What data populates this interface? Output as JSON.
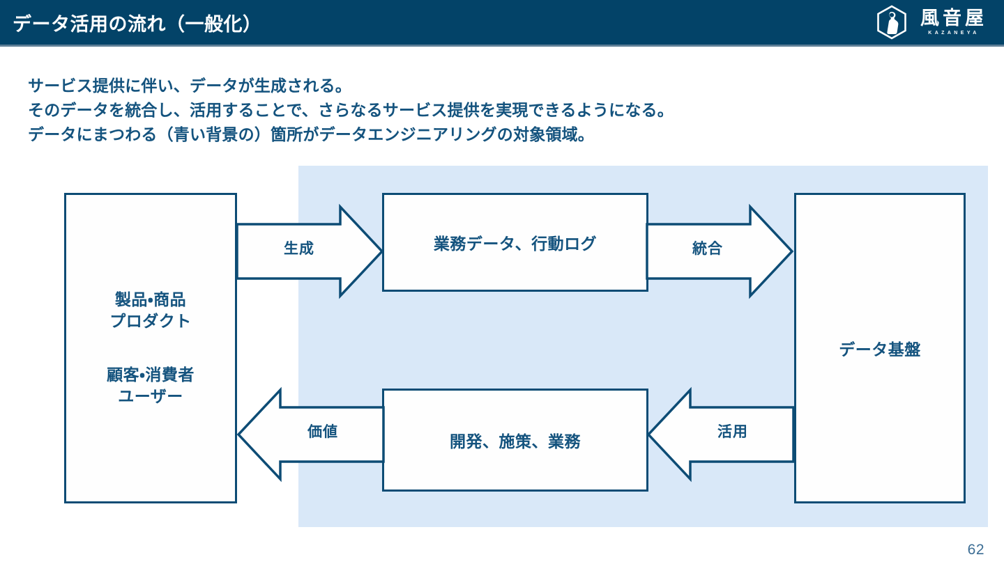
{
  "header": {
    "title": "データ活用の流れ（一般化）",
    "bar_color": "#034368",
    "logo": {
      "mark": "kazaneya-hexagon-logo-icon",
      "name_jp": "風音屋",
      "name_en": "KAZANEYA"
    }
  },
  "body": {
    "lines": [
      "サービス提供に伴い、データが生成される。",
      "そのデータを統合し、活用することで、さらなるサービス提供を実現できるようになる。",
      "データにまつわる（青い背景の）箇所がデータエンジニアリングの対象領域。"
    ],
    "text_color": "#14537e"
  },
  "diagram": {
    "scope_region_label": "データエンジニアリングの対象領域",
    "scope_region_color": "#d9e8f8",
    "node_border_color": "#0d4c75",
    "nodes": {
      "actors": {
        "blocks": [
          {
            "line1": "製品・商品",
            "line2": "プロダクト"
          },
          {
            "line1": "顧客・消費者",
            "line2": "ユーザー"
          }
        ]
      },
      "ops_data": {
        "label": "業務データ、行動ログ"
      },
      "use_data": {
        "label": "開発、施策、業務"
      },
      "platform": {
        "label": "データ基盤"
      }
    },
    "arrows": [
      {
        "id": "generate",
        "label": "生成",
        "direction": "right",
        "from": "actors",
        "to": "ops_data"
      },
      {
        "id": "integrate",
        "label": "統合",
        "direction": "right",
        "from": "ops_data",
        "to": "platform"
      },
      {
        "id": "utilize",
        "label": "活用",
        "direction": "left",
        "from": "platform",
        "to": "use_data"
      },
      {
        "id": "value",
        "label": "価値",
        "direction": "left",
        "from": "use_data",
        "to": "actors"
      }
    ]
  },
  "footer": {
    "page_number": "62"
  }
}
